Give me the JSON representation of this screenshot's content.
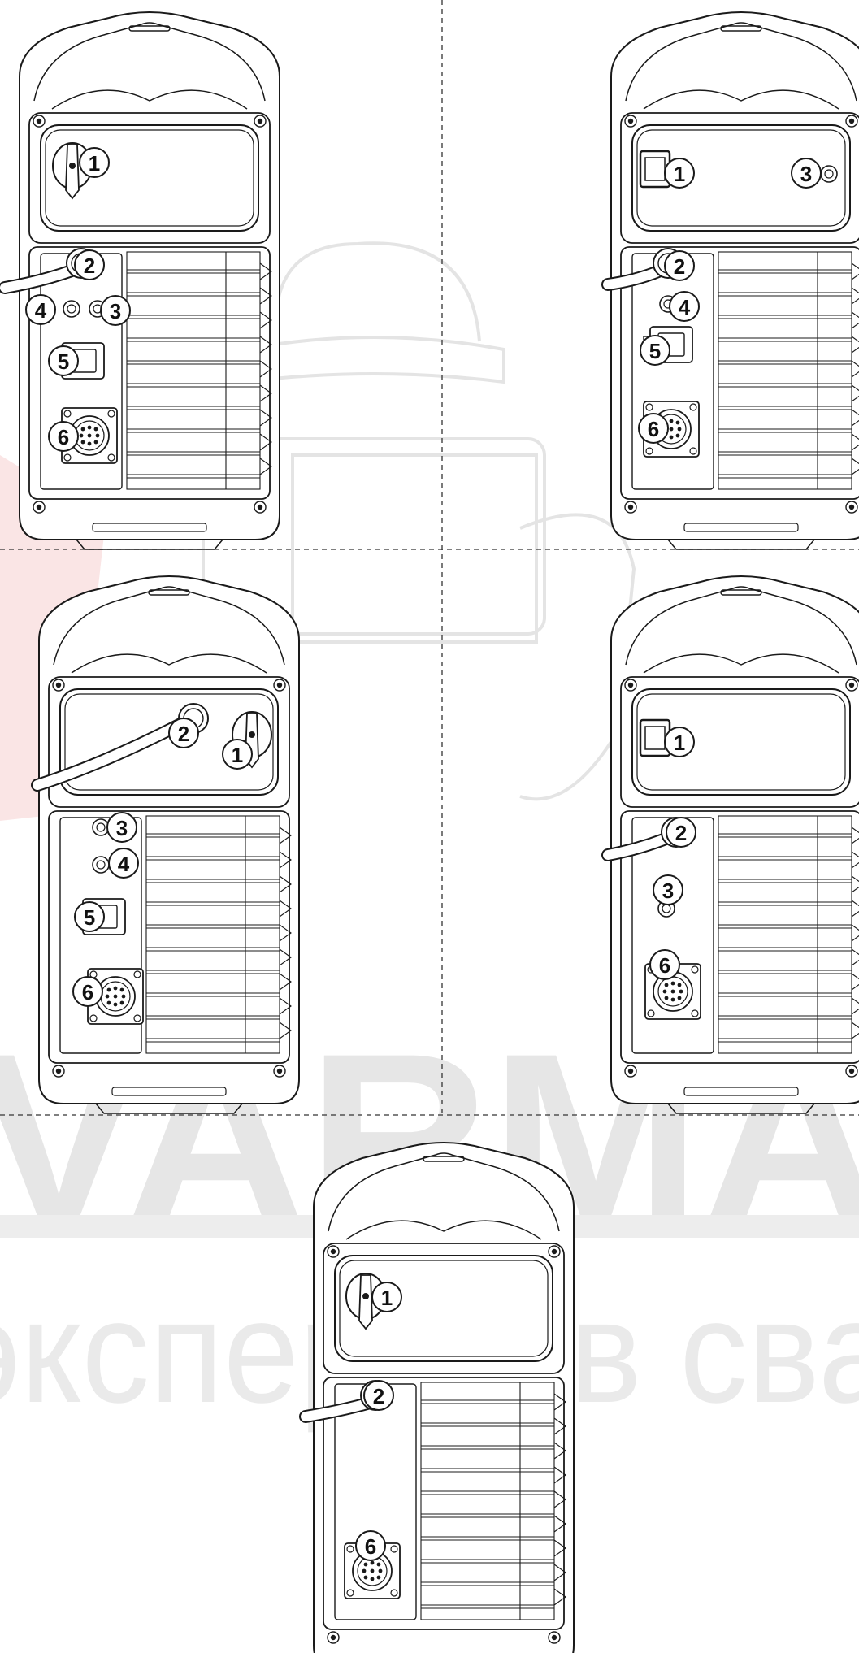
{
  "watermark": {
    "brand": "VARMA",
    "tagline": "эксперты в сва",
    "color": "#e6e6e6",
    "accent_color": "#f4c9c9"
  },
  "colors": {
    "line": "#1a1a1a",
    "divider": "#333333",
    "callout_fill": "#ffffff"
  },
  "panels": [
    {
      "id": "panel-a",
      "variant": "rotary-switch",
      "callouts": [
        "1",
        "2",
        "4",
        "3",
        "5",
        "6"
      ]
    },
    {
      "id": "panel-b",
      "variant": "rocker-switch",
      "callouts": [
        "1",
        "3",
        "2",
        "4",
        "5",
        "6"
      ]
    },
    {
      "id": "panel-c",
      "variant": "rotary-switch-top-cable",
      "callouts": [
        "2",
        "1",
        "3",
        "4",
        "5",
        "6"
      ]
    },
    {
      "id": "panel-d",
      "variant": "rocker-switch",
      "callouts": [
        "1",
        "2",
        "3",
        "6"
      ]
    },
    {
      "id": "panel-e",
      "variant": "rotary-switch",
      "callouts": [
        "1",
        "2",
        "6"
      ]
    }
  ]
}
